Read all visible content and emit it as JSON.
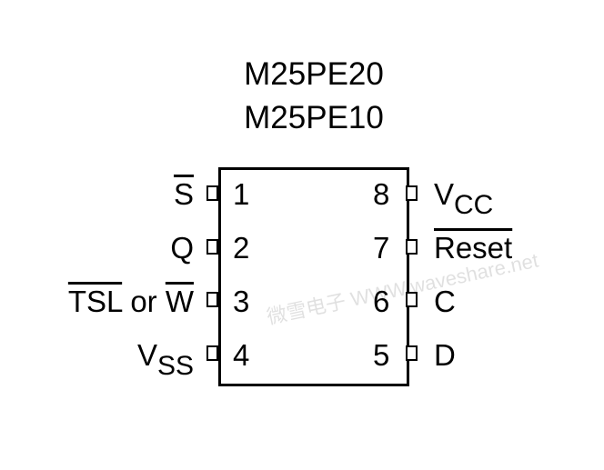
{
  "titles": [
    "M25PE20",
    "M25PE10"
  ],
  "pins": [
    {
      "num": "1",
      "label": "S",
      "overbar": true
    },
    {
      "num": "2",
      "label": "Q",
      "overbar": false
    },
    {
      "num": "3",
      "label_a": "TSL",
      "label_mid": " or ",
      "label_b": "W",
      "overbar": true
    },
    {
      "num": "4",
      "label": "V",
      "sub": "SS",
      "overbar": false
    },
    {
      "num": "5",
      "label": "D",
      "overbar": false
    },
    {
      "num": "6",
      "label": "C",
      "overbar": false
    },
    {
      "num": "7",
      "label": "Reset",
      "overbar": true
    },
    {
      "num": "8",
      "label": "V",
      "sub": "CC",
      "overbar": false
    }
  ],
  "watermark": "微雪电子 WWW.waveshare.net"
}
